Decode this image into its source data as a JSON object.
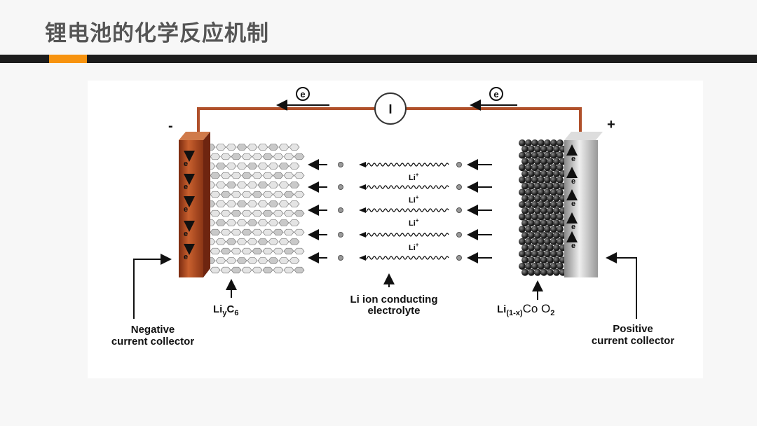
{
  "slide": {
    "title": "锂电池的化学反应机制"
  },
  "colors": {
    "accent": "#f7930f",
    "bar": "#1d1d1d",
    "title": "#555555",
    "copper": "#a8461f",
    "wire": "#b0502a"
  },
  "diagram": {
    "electron_label": "e",
    "meter_label": "I",
    "negative_sign": "-",
    "positive_sign": "+",
    "ion_label": "Li",
    "ion_charge": "+",
    "electrode_electron": "e",
    "anode_label": {
      "base": "Li",
      "sub1": "y",
      "mid": "C",
      "sub2": "6"
    },
    "electrolyte_label": [
      "Li ion conducting",
      "electrolyte"
    ],
    "cathode_label": {
      "base": "Li",
      "sub1": "(1-x)",
      "mid": "Co O",
      "sub2": "2"
    },
    "negative_collector": [
      "Negative",
      "current collector"
    ],
    "positive_collector": [
      "Positive",
      "current collector"
    ]
  }
}
